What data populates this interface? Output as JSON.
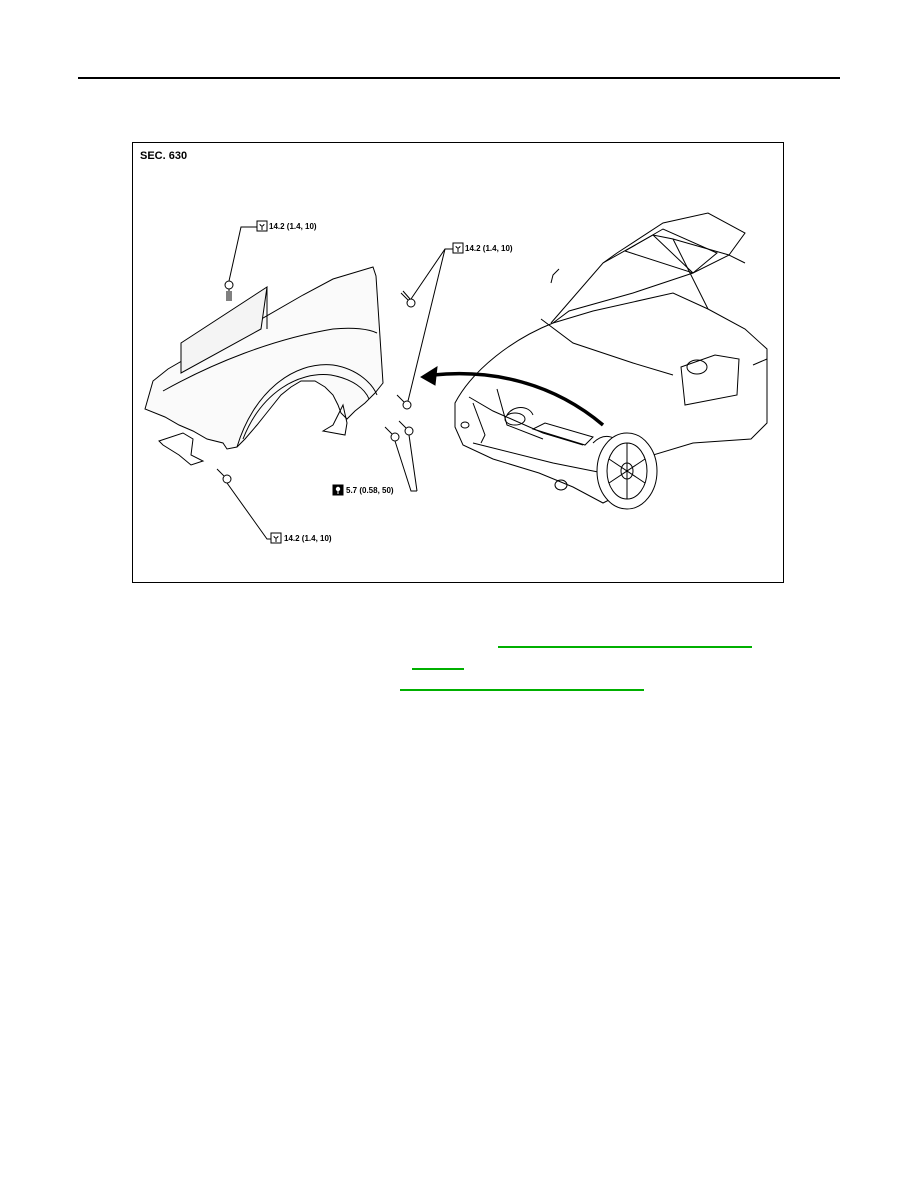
{
  "figure": {
    "section_label": "SEC. 630",
    "torque_callouts": [
      {
        "id": "top-left",
        "value": "14.2 (1.4, 10)",
        "icon": "torque-wrench-icon"
      },
      {
        "id": "upper-right",
        "value": "14.2 (1.4, 10)",
        "icon": "torque-wrench-icon"
      },
      {
        "id": "lower-right",
        "value": "5.7 (0.58, 50)",
        "icon": "torque-wrench-filled-icon"
      },
      {
        "id": "bottom",
        "value": "14.2 (1.4, 10)",
        "icon": "torque-wrench-icon"
      }
    ]
  },
  "colors": {
    "link_underline": "#00b000",
    "rule": "#000000"
  }
}
